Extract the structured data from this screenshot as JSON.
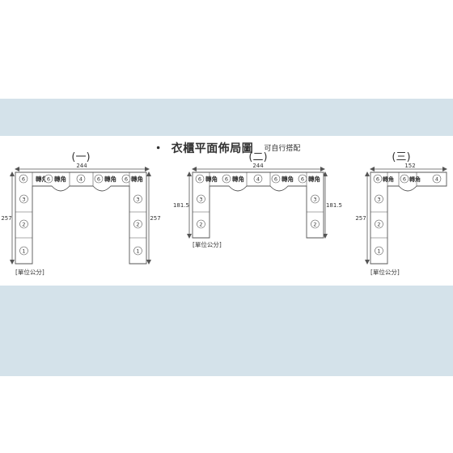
{
  "title": "衣櫃平面佈局圖",
  "bullet": "・",
  "subtitle": "可自行搭配",
  "corner_label": "轉角",
  "unit_label": "[單位公分]",
  "layouts": [
    {
      "id": "layout-1",
      "label": "(一)",
      "top_width": "244",
      "left_depth": "257",
      "right_depth": "257",
      "top_modules": [
        "6",
        "6",
        "4",
        "6",
        "6"
      ],
      "left_modules": [
        "3",
        "2",
        "1"
      ],
      "right_modules": [
        "3",
        "2",
        "1"
      ]
    },
    {
      "id": "layout-2",
      "label": "(二)",
      "top_width": "244",
      "left_depth": "181.5",
      "right_depth": "181.5",
      "top_modules": [
        "6",
        "6",
        "4",
        "6",
        "6"
      ],
      "left_modules": [
        "3",
        "2"
      ],
      "right_modules": [
        "3",
        "2"
      ]
    },
    {
      "id": "layout-3",
      "label": "(三)",
      "top_width": "152",
      "left_depth": "257",
      "top_modules": [
        "6",
        "6",
        "4"
      ],
      "left_modules": [
        "3",
        "2",
        "1"
      ]
    }
  ],
  "colors": {
    "band": "#d4e2ea",
    "line": "#555555",
    "text": "#333333"
  }
}
